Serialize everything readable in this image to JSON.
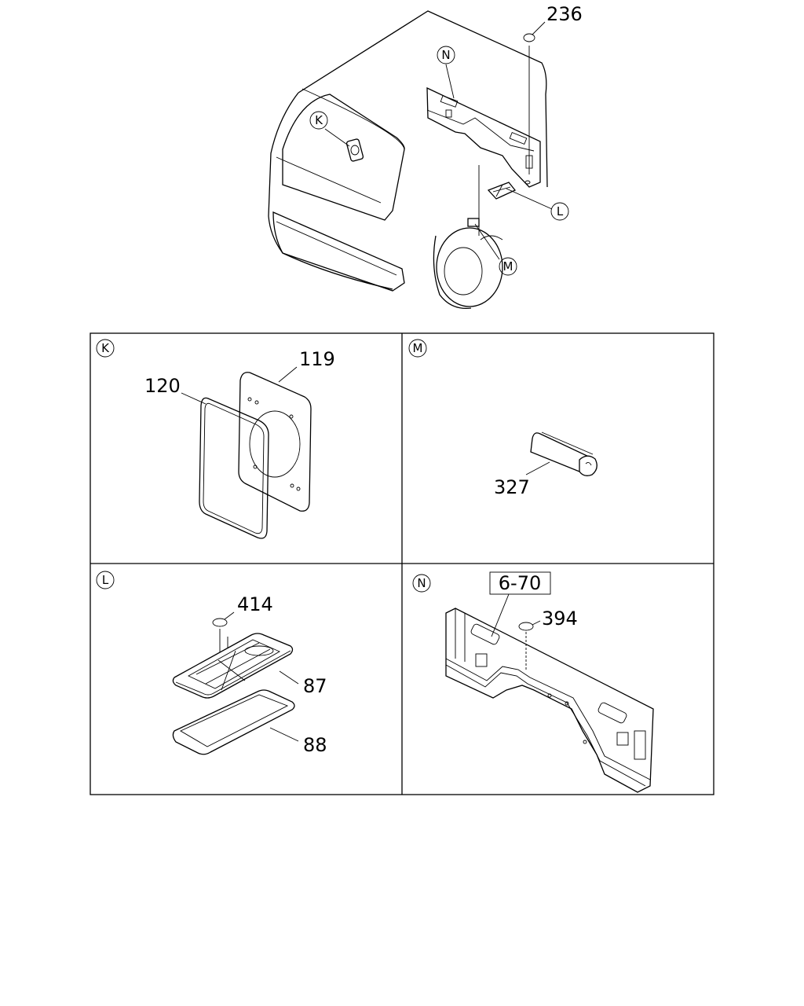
{
  "overview": {
    "callouts": {
      "K": "K",
      "L": "L",
      "M": "M",
      "N": "N"
    },
    "part_236": "236"
  },
  "panels": {
    "K": {
      "letter": "K",
      "parts": {
        "p119": "119",
        "p120": "120"
      }
    },
    "M": {
      "letter": "M",
      "parts": {
        "p327": "327"
      }
    },
    "L": {
      "letter": "L",
      "parts": {
        "p414": "414",
        "p87": "87",
        "p88": "88"
      }
    },
    "N": {
      "letter": "N",
      "parts": {
        "ref": "6-70",
        "p394": "394"
      }
    }
  }
}
